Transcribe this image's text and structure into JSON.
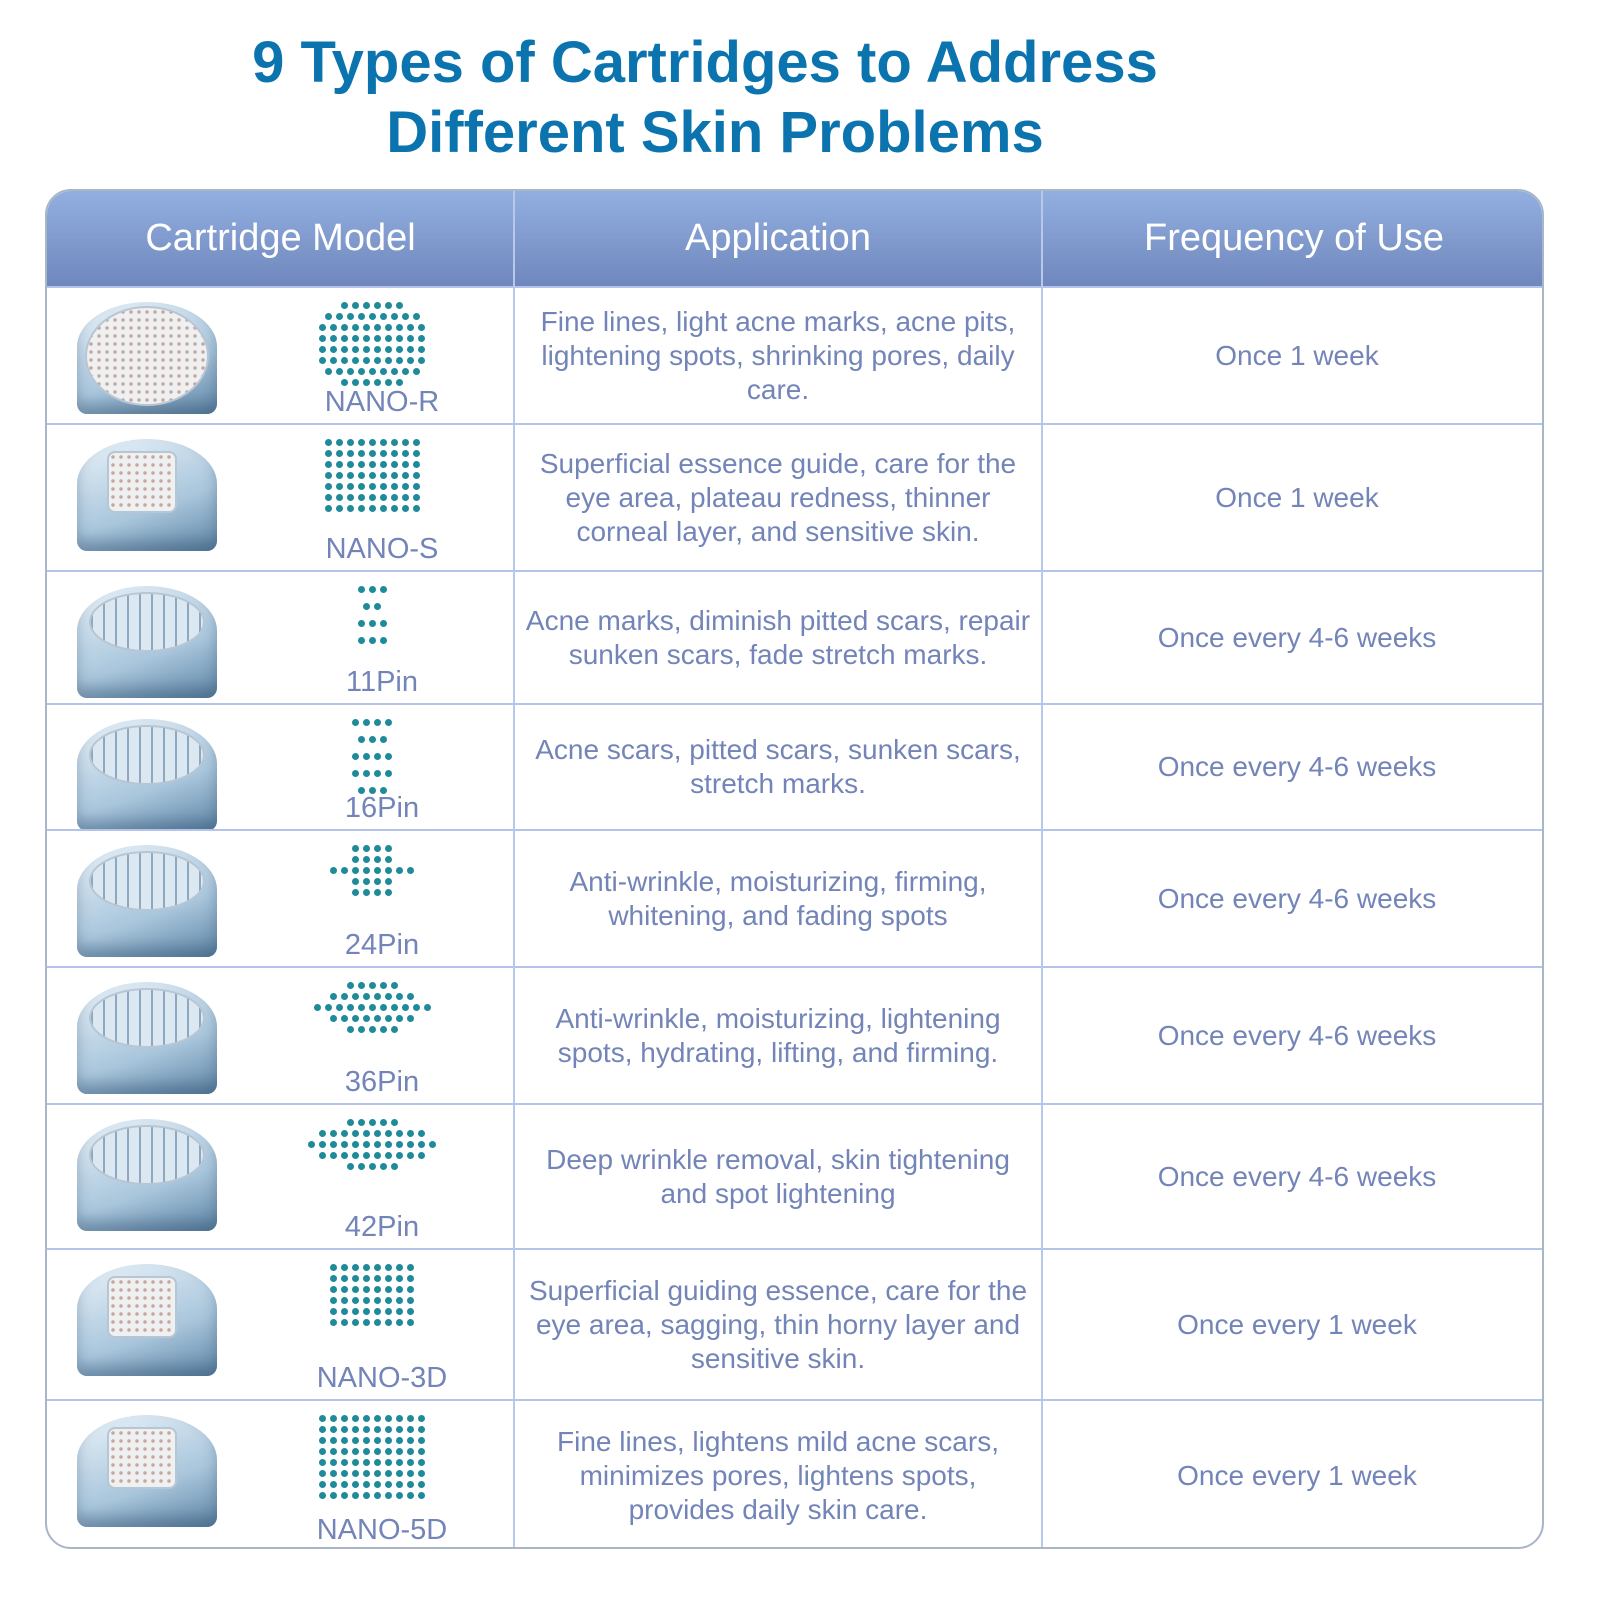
{
  "title_line1": "9 Types of Cartridges to Address",
  "title_line2": "Different Skin Problems",
  "headers": {
    "model": "Cartridge Model",
    "application": "Application",
    "frequency": "Frequency of Use"
  },
  "rows": [
    {
      "model": "NANO-R",
      "application": "Fine lines, light acne marks, acne pits, lightening spots, shrinking pores, daily care.",
      "frequency": "Once 1 week"
    },
    {
      "model": "NANO-S",
      "application": "Superficial essence guide, care for the eye area, plateau redness, thinner corneal layer, and sensitive skin.",
      "frequency": "Once 1 week"
    },
    {
      "model": "11Pin",
      "application": "Acne marks, diminish pitted scars, repair sunken scars, fade stretch marks.",
      "frequency": "Once every 4-6 weeks"
    },
    {
      "model": "16Pin",
      "application": "Acne scars, pitted scars, sunken scars, stretch marks.",
      "frequency": "Once every 4-6 weeks"
    },
    {
      "model": "24Pin",
      "application": "Anti-wrinkle, moisturizing, firming, whitening, and fading spots",
      "frequency": "Once every 4-6 weeks"
    },
    {
      "model": "36Pin",
      "application": "Anti-wrinkle, moisturizing, lightening spots, hydrating, lifting, and firming.",
      "frequency": "Once every 4-6 weeks"
    },
    {
      "model": "42Pin",
      "application": "Deep wrinkle removal, skin tightening and spot lightening",
      "frequency": "Once every 4-6 weeks"
    },
    {
      "model": "NANO-3D",
      "application": "Superficial guiding essence, care for the eye area, sagging, thin horny layer and sensitive skin.",
      "frequency": "Once every 1 week"
    },
    {
      "model": "NANO-5D",
      "application": "Fine lines, lightens mild acne scars, minimizes pores, lightens spots, provides daily skin care.",
      "frequency": "Once every 1 week"
    }
  ],
  "colors": {
    "title": "#0b74ae",
    "header": "#7f98cf",
    "text": "#7384b8",
    "dots": "#1f8a99"
  }
}
